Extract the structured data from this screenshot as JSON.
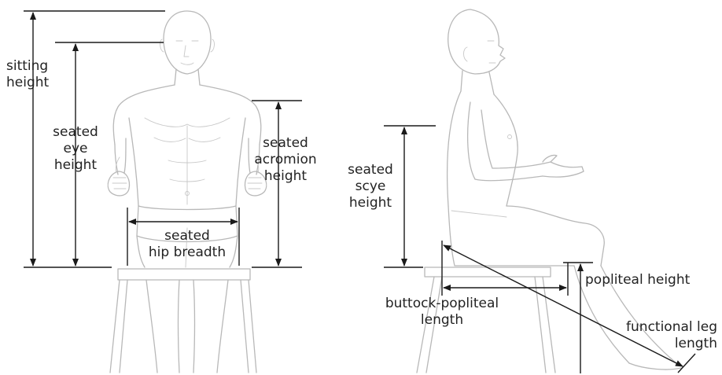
{
  "labels": {
    "sitting_height": "sitting\nheight",
    "seated_eye_height": "seated\neye\nheight",
    "seated_acromion_height": "seated\nacromion\nheight",
    "seated_hip_breadth": "seated\nhip breadth",
    "seated_scye_height": "seated\nscye\nheight",
    "popliteal_height": "popliteal height",
    "buttock_popliteal_length": "buttock-popliteal\nlength",
    "functional_leg_length": "functional leg\nlength"
  },
  "colors": {
    "ink": "#1a1a1a",
    "figure_line": "#b8b8b8",
    "background": "#ffffff"
  }
}
